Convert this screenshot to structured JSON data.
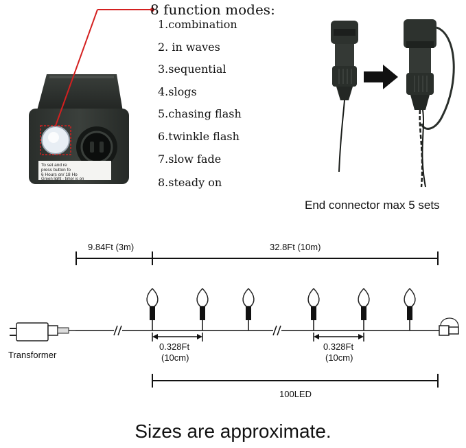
{
  "modes_title": "8 function modes:",
  "modes": [
    "1.combination",
    "2. in waves",
    "3.sequential",
    "4.slogs",
    "5.chasing flash",
    "6.twinkle flash",
    "7.slow fade",
    "8.steady on"
  ],
  "controller_label_lines": [
    "To set and re",
    "press button fo",
    "6 Hours on/ 18 Ho",
    "Green light - timer is on"
  ],
  "end_connector_caption": "End connector max 5 sets",
  "dim_lead": "9.84Ft (3m)",
  "dim_length": "32.8Ft (10m)",
  "spacing_label": "0.328Ft",
  "spacing_metric": "(10cm)",
  "transformer_label": "Transformer",
  "led_count": "100LED",
  "footer": "Sizes are approximate.",
  "colors": {
    "callout_red": "#d42020",
    "housing": "#2b2f2c",
    "cable": "#1a1d1a",
    "bulb_outline": "#222222"
  }
}
